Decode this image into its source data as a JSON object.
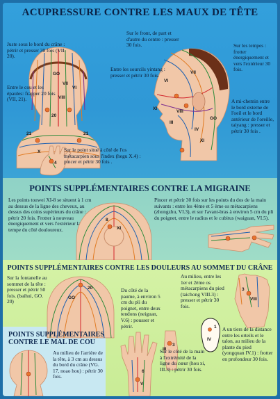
{
  "titles": {
    "main": "ACUPRESSURE CONTRE LES MAUX DE TÊTE",
    "migraine": "POINTS SUPPLÉMENTAIRES CONTRE LA MIGRAINE",
    "sommet": "POINTS SUPPLÉMENTAIRES CONTRE LES DOULEURS AU SOMMET DU CRÂNE",
    "cou": "POINTS SUPPLÉMENTAIRES CONTRE LE MAL DE COU"
  },
  "notes": {
    "neck_base": "Juste sous le bord du crâne : pétrir et presser 30 fois (VII. 20).",
    "neck_shoulders": "Entre le cou et les épaules: frapper 20 fois (VII, 21).",
    "forehead": "Sur le front, de part et d'autre du centre : presser 30 fois.",
    "eyebrows": "Entre les sourcils yintang : presser et pétrir 30 fois.",
    "temples": "Sur les tempes : frotter énergiquement et vers l'extérieur 30 fois.",
    "mid_ear": "A mi-chemin entre le bord externe de l'oeil et le bord antérieur de l'oreille, taiyang : presser et pétrir 30 fois .",
    "hand_index": "Sur le point situé à côté de l'os métacarpien sous l'index (hegu X.4) : pincer et pétrir 30 fois .",
    "migraine_left": "Les points touwei XI-8 se situent à 1 cm au dessus de la ligne des cheveux, au dessus des coins supérieurs du crâne : pétrir 20 fois. Frotter à nouveau énergiquement et vers l'extérieur la tempe du côté douloureux.",
    "migraine_right": "Pincer et pétrir 30 fois sur les points du dos de la main suivants : entre les 4ème et 5 ème os métacarpiens (zhongzhu, VI.3), et sur l'avant-bras à environ 5 cm du pli du poignet, entre le radius et le cubitus (waiguan, VI.5).",
    "fontanelle": "Sur la fontanelle au sommet de la tête : presser et pétrir 50 fois. (baihui, GO. 20)",
    "palm": "Du côté de la paume, à environ 5 cm du pli du poignet, entre deux tendons (neiguan, V.6) : pousser et pétrir.",
    "foot_metatarsal": "Au milieu, entre les 1er et 2ème os métacarpiens du pied (taichong VIII.3) : presser et pétrir 30 fois.",
    "sole": "A un tiers de la distance entre les orteils et le talon, au milieu de la plante du pied (yongquan IV.1) : frotter en profondeur 30 fois.",
    "hand_side": "Sur le côté de la main à l'extrémité de la ligne du cœur (hou xi, III.3) : pétrir 30 fois.",
    "neck_back": "Au milieu de l'arrière de la tête, à 3 cm au dessus du bord du crâne (VG. 17, noao hou) : pétrir 30 fois."
  },
  "labels": {
    "back_head": [
      "GO",
      "VII",
      "VI",
      "VIII",
      "20",
      "21",
      "21"
    ],
    "side_head": [
      "VI",
      "VII",
      "VIII",
      "III",
      "IV",
      "XI",
      "GO",
      "XI"
    ],
    "migraine_head": [
      "8",
      "XI"
    ],
    "sommet_head": [
      "GO",
      "20"
    ],
    "hand_top": [
      "X",
      "4"
    ],
    "palm": [
      "6",
      "V"
    ],
    "hand_side": [
      "III",
      "3"
    ],
    "foot": [
      "VIII",
      "3"
    ],
    "sole": [
      "IV",
      "1"
    ]
  }
}
